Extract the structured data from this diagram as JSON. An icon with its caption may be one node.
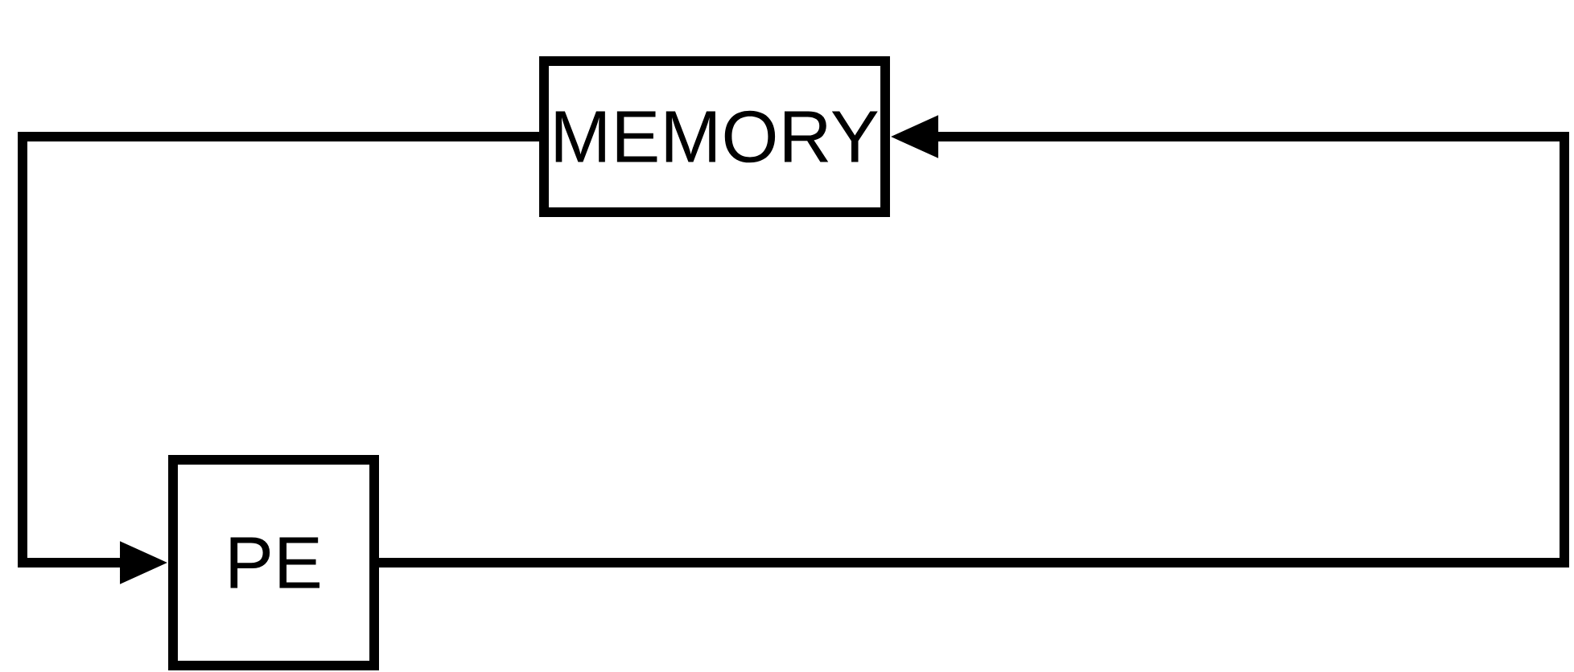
{
  "diagram": {
    "nodes": [
      {
        "text": [
          "MEMORY"
        ]
      },
      {
        "text": [
          "PE"
        ]
      }
    ],
    "edges": [
      {
        "from": 0,
        "to": 1,
        "arrow": "to"
      },
      {
        "from": 1,
        "to": 0,
        "arrow": "to"
      }
    ]
  }
}
